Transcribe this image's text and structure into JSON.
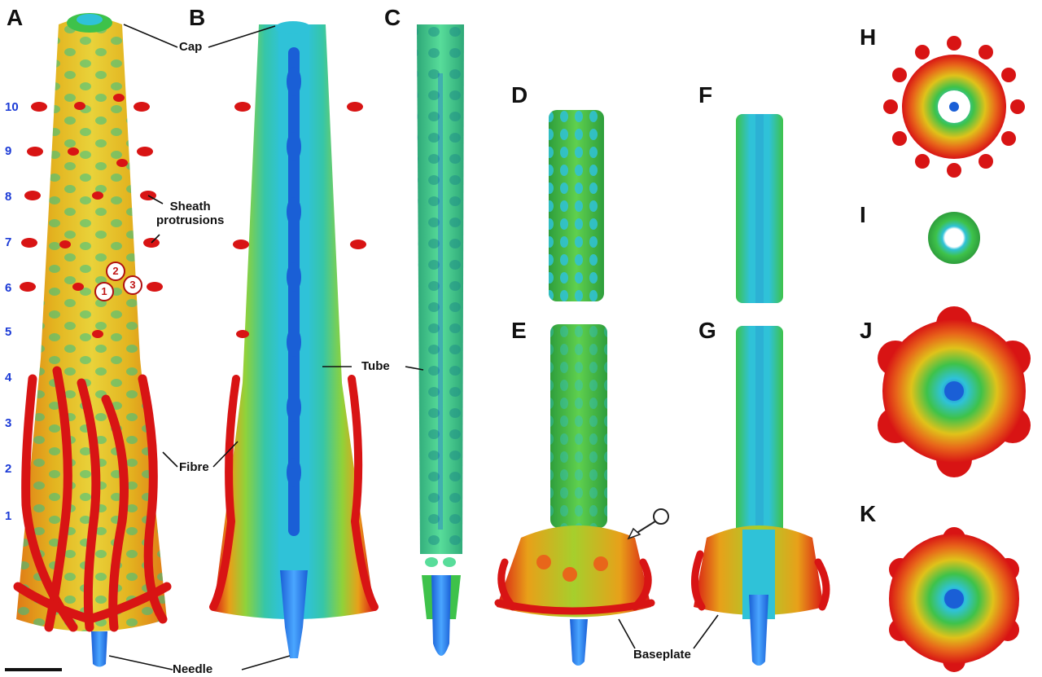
{
  "figure": {
    "panels": [
      "A",
      "B",
      "C",
      "D",
      "E",
      "F",
      "G",
      "H",
      "I",
      "J",
      "K"
    ],
    "row_numbers": [
      "10",
      "9",
      "8",
      "7",
      "6",
      "5",
      "4",
      "3",
      "2",
      "1"
    ],
    "labels": {
      "cap": "Cap",
      "sheath_protrusions": "Sheath\nprotrusions",
      "tube": "Tube",
      "fibre": "Fibre",
      "needle": "Needle",
      "baseplate": "Baseplate"
    },
    "protrusion_markers": [
      "1",
      "2",
      "3"
    ],
    "colors": {
      "red": "#d81414",
      "orange": "#e8661a",
      "yellow": "#e0c21a",
      "green": "#3ec24a",
      "cyan": "#2fc2d8",
      "blue": "#1a5fd6",
      "label_blue": "#1c3bd6"
    }
  }
}
